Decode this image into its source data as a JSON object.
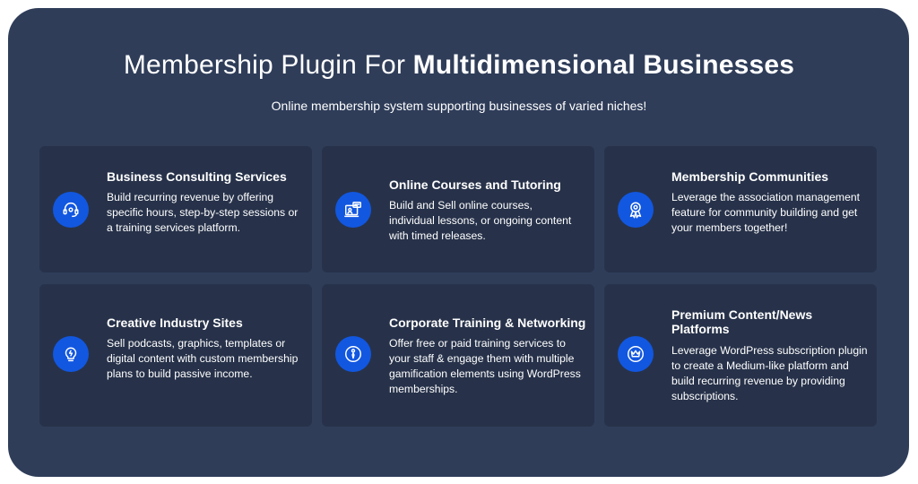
{
  "header": {
    "title_regular": "Membership Plugin For ",
    "title_bold": "Multidimensional Businesses",
    "subtitle": "Online membership system supporting businesses of varied niches!"
  },
  "colors": {
    "panel_bg": "#2f3d59",
    "card_bg": "#27324a",
    "icon_bg": "#1257e0",
    "text": "#ffffff"
  },
  "cards": [
    {
      "title": "Business Consulting Services",
      "description": "Build recurring revenue by offering specific hours, step-by-step sessions or a training services platform.",
      "icon": "headset-icon"
    },
    {
      "title": "Online Courses and Tutoring",
      "description": "Build and Sell online courses, individual lessons, or ongoing content with timed releases.",
      "icon": "online-course-icon"
    },
    {
      "title": "Membership Communities",
      "description": "Leverage the association management feature for community building and get your members together!",
      "icon": "award-badge-icon"
    },
    {
      "title": "Creative Industry Sites",
      "description": "Sell podcasts, graphics, templates or digital content with custom membership plans to build passive income.",
      "icon": "lightbulb-icon"
    },
    {
      "title": "Corporate Training & Networking",
      "description": "Offer free or paid training services to your staff & engage them with multiple gamification elements using WordPress memberships.",
      "icon": "business-person-icon"
    },
    {
      "title": "Premium Content/News Platforms",
      "description": "Leverage WordPress subscription plugin to create a Medium-like platform and build recurring revenue by providing subscriptions.",
      "icon": "crown-icon"
    }
  ]
}
